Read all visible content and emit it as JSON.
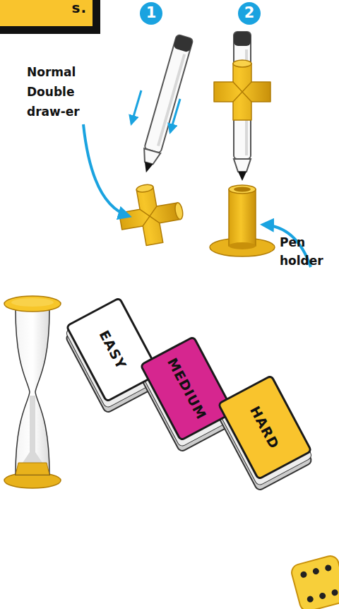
{
  "diagram": {
    "nodes": [
      {
        "text": [
          "s."
        ]
      },
      {
        "text": [
          "EASY"
        ]
      },
      {
        "text": [
          "MEDIUM"
        ]
      },
      {
        "text": [
          "HARD"
        ]
      }
    ],
    "labels": [
      "1",
      "2",
      "Normal Double draw-er",
      "Pen holder"
    ]
  }
}
